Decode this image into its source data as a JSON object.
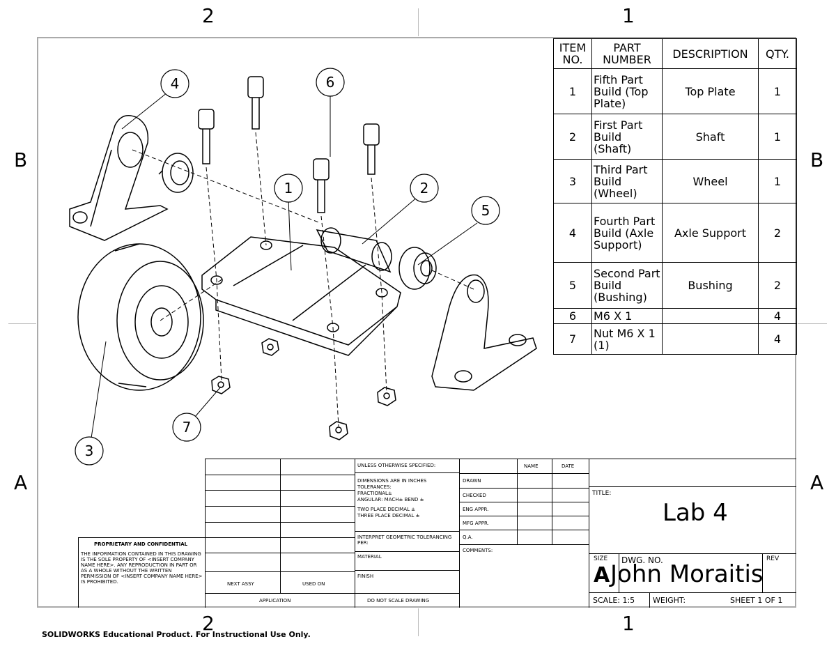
{
  "zones": {
    "top_left": "2",
    "top_right": "1",
    "bottom_left": "2",
    "bottom_right": "1",
    "left_upper": "B",
    "left_lower": "A",
    "right_upper": "B",
    "right_lower": "A"
  },
  "balloons": [
    "4",
    "6",
    "1",
    "2",
    "5",
    "3",
    "7"
  ],
  "bom": {
    "headers": [
      "ITEM NO.",
      "PART NUMBER",
      "DESCRIPTION",
      "QTY."
    ],
    "rows": [
      {
        "item": "1",
        "part": "Fifth Part Build (Top Plate)",
        "desc": "Top Plate",
        "qty": "1"
      },
      {
        "item": "2",
        "part": "First Part Build (Shaft)",
        "desc": "Shaft",
        "qty": "1"
      },
      {
        "item": "3",
        "part": "Third Part Build (Wheel)",
        "desc": "Wheel",
        "qty": "1"
      },
      {
        "item": "4",
        "part": "Fourth Part Build (Axle Support)",
        "desc": "Axle Support",
        "qty": "2"
      },
      {
        "item": "5",
        "part": "Second Part Build (Bushing)",
        "desc": "Bushing",
        "qty": "2"
      },
      {
        "item": "6",
        "part": "M6 X 1",
        "desc": "",
        "qty": "4"
      },
      {
        "item": "7",
        "part": "Nut M6 X 1 (1)",
        "desc": "",
        "qty": "4"
      }
    ]
  },
  "title_block": {
    "proprietary_title": "PROPRIETARY AND CONFIDENTIAL",
    "proprietary_text": "THE INFORMATION CONTAINED IN THIS DRAWING IS THE SOLE PROPERTY OF <INSERT COMPANY NAME HERE>. ANY REPRODUCTION IN PART OR AS A WHOLE WITHOUT THE WRITTEN PERMISSION OF <INSERT COMPANY NAME HERE> IS PROHIBITED.",
    "next_assy": "NEXT ASSY",
    "used_on": "USED ON",
    "application": "APPLICATION",
    "unless": "UNLESS OTHERWISE SPECIFIED:",
    "dims": "DIMENSIONS ARE IN INCHES",
    "tolerances": "TOLERANCES:",
    "fractional": "FRACTIONAL±",
    "angular": "ANGULAR: MACH±   BEND ±",
    "two_place": "TWO PLACE DECIMAL   ±",
    "three_place": "THREE PLACE DECIMAL  ±",
    "interpret": "INTERPRET GEOMETRIC TOLERANCING PER:",
    "material": "MATERIAL",
    "finish": "FINISH",
    "do_not_scale": "DO NOT SCALE DRAWING",
    "name": "NAME",
    "date": "DATE",
    "drawn": "DRAWN",
    "checked": "CHECKED",
    "eng_appr": "ENG APPR.",
    "mfg_appr": "MFG APPR.",
    "qa": "Q.A.",
    "comments": "COMMENTS:",
    "title_label": "TITLE:",
    "title": "Lab 4",
    "size_label": "SIZE",
    "size": "A",
    "dwg_no_label": "DWG.  NO.",
    "dwg_no": "John Moraitis",
    "rev_label": "REV",
    "scale": "SCALE: 1:5",
    "weight": "WEIGHT:",
    "sheet": "SHEET 1 OF 1"
  },
  "footer": "SOLIDWORKS Educational Product. For Instructional Use Only."
}
